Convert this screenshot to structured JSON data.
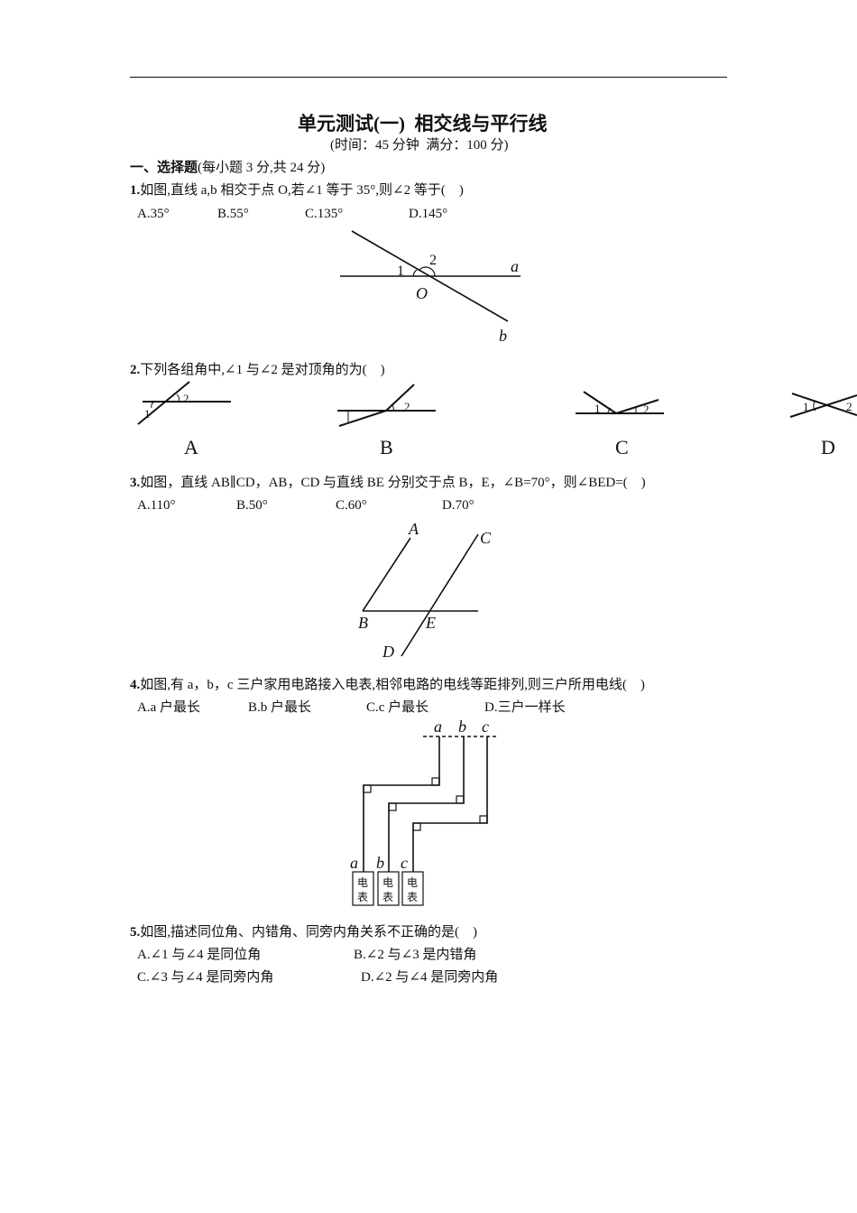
{
  "header": {
    "title": "单元测试(一)  相交线与平行线",
    "subtitle": "(时间：45 分钟  满分：100 分)"
  },
  "section": {
    "heading": "一、选择题",
    "note": "(每小题 3 分,共 24 分)"
  },
  "questions": [
    {
      "num": "1.",
      "stem": "如图,直线 a,b 相交于点 O,若∠1 等于 35°,则∠2 等于(    )",
      "options": [
        "A.35°",
        "B.55°",
        "C.135°",
        "D.145°"
      ],
      "figure": {
        "labels": [
          "1",
          "2",
          "a",
          "O",
          "b"
        ]
      }
    },
    {
      "num": "2.",
      "stem": "下列各组角中,∠1 与∠2 是对顶角的为(    )",
      "options": [
        "A",
        "B",
        "C",
        "D"
      ],
      "figure": {
        "labels": [
          "1",
          "2"
        ]
      }
    },
    {
      "num": "3.",
      "stem": "如图，直线 AB∥CD，AB，CD 与直线 BE 分别交于点 B，E，∠B=70°，则∠BED=(    )",
      "options": [
        "A.110°",
        "B.50°",
        "C.60°",
        "D.70°"
      ],
      "figure": {
        "labels": [
          "A",
          "C",
          "B",
          "E",
          "D"
        ]
      }
    },
    {
      "num": "4.",
      "stem": "如图,有 a，b，c 三户家用电路接入电表,相邻电路的电线等距排列,则三户所用电线(    )",
      "options": [
        "A.a 户最长",
        "B.b 户最长",
        "C.c 户最长",
        "D.三户一样长"
      ],
      "figure": {
        "top_labels": [
          "a",
          "b",
          "c"
        ],
        "bottom_labels": [
          "a",
          "b",
          "c"
        ],
        "meter_label": [
          "电",
          "表"
        ]
      }
    },
    {
      "num": "5.",
      "stem": "如图,描述同位角、内错角、同旁内角关系不正确的是(    )",
      "options": [
        "A.∠1 与∠4 是同位角",
        "B.∠2 与∠3 是内错角",
        "C.∠3 与∠4 是同旁内角",
        "D.∠2 与∠4 是同旁内角"
      ]
    }
  ]
}
